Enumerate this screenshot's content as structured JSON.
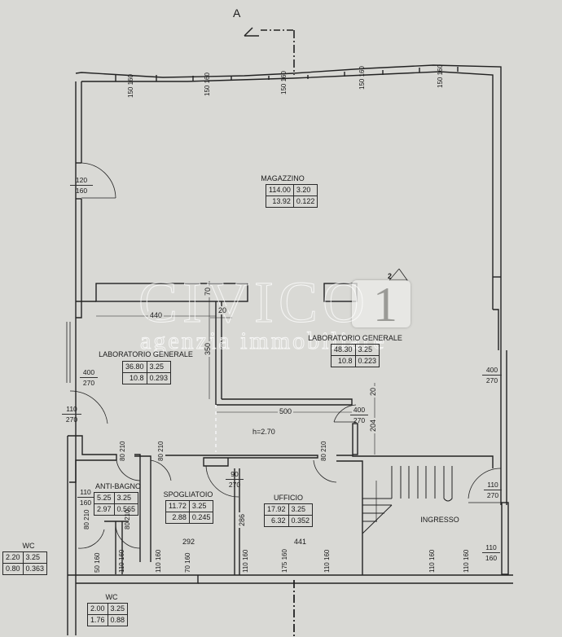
{
  "section_marker": {
    "label": "A"
  },
  "height_note": "h=2.70",
  "watermark": {
    "brand": "CIVICO",
    "number": "1",
    "tagline": "agenzia immobiliare"
  },
  "stair_label": "2",
  "rooms": [
    {
      "id": "magazzino",
      "name": "MAGAZZINO",
      "values": [
        "114.00",
        "3.20",
        "13.92",
        "0.122"
      ]
    },
    {
      "id": "laboratorio-left",
      "name": "LABORATORIO  GENERALE",
      "values": [
        "36.80",
        "3.25",
        "10.8",
        "0.293"
      ]
    },
    {
      "id": "laboratorio-right",
      "name": "LABORATORIO  GENERALE",
      "values": [
        "48.30",
        "3.25",
        "10.8",
        "0.223"
      ]
    },
    {
      "id": "anti-bagno",
      "name": "ANTI-BAGNO",
      "values": [
        "5.25",
        "3.25",
        "2.97",
        "0.565"
      ]
    },
    {
      "id": "spogliatoio",
      "name": "SPOGLIATOIO",
      "values": [
        "11.72",
        "3.25",
        "2.88",
        "0.245"
      ]
    },
    {
      "id": "ufficio",
      "name": "UFFICIO",
      "values": [
        "17.92",
        "3.25",
        "6.32",
        "0.352"
      ]
    },
    {
      "id": "ingresso",
      "name": "INGRESSO",
      "values": []
    },
    {
      "id": "wc-left",
      "name": "WC",
      "values": [
        "2.20",
        "3.25",
        "0.80",
        "0.363"
      ]
    },
    {
      "id": "wc-bottom",
      "name": "WC",
      "values": [
        "2.00",
        "3.25",
        "1.76",
        "0.88"
      ]
    }
  ],
  "openings": {
    "top_windows": [
      {
        "w": "150",
        "h": "160"
      },
      {
        "w": "150",
        "h": "160"
      },
      {
        "w": "150",
        "h": "160"
      },
      {
        "w": "150",
        "h": "160"
      },
      {
        "w": "150",
        "h": "160"
      }
    ],
    "magazzino_door": {
      "w": "120",
      "h": "160"
    },
    "lab_left_window": {
      "w": "400",
      "h": "270"
    },
    "lab_left_door": {
      "w": "110",
      "h": "270"
    },
    "lab_right_window": {
      "w": "400",
      "h": "270"
    },
    "lab_right_door": {
      "w": "400",
      "h": "270"
    },
    "internal_door_1": {
      "w": "80",
      "h": "210"
    },
    "internal_door_2": {
      "w": "80",
      "h": "210"
    },
    "internal_door_3": {
      "w": "80",
      "h": "210"
    },
    "spogliatoio_door": {
      "w": "90",
      "h": "270"
    },
    "ingresso_door": {
      "w": "110",
      "h": "270"
    },
    "ingresso_window": {
      "w": "110",
      "h": "160"
    },
    "anti_bagno_window": {
      "w": "110",
      "h": "160"
    },
    "wc_door_left": {
      "w": "80",
      "h": "210"
    },
    "wc_door_right": {
      "w": "80",
      "h": "210"
    },
    "bottom_windows": [
      {
        "w": "50",
        "h": "160"
      },
      {
        "w": "110",
        "h": "160"
      },
      {
        "w": "110",
        "h": "160"
      },
      {
        "w": "70",
        "h": "160"
      },
      {
        "w": "110",
        "h": "160"
      },
      {
        "w": "175",
        "h": "160"
      },
      {
        "w": "110",
        "h": "160"
      },
      {
        "w": "110",
        "h": "160"
      },
      {
        "w": "110",
        "h": "160"
      }
    ]
  },
  "dimensions": {
    "d440": "440",
    "d70": "70",
    "d20a": "20",
    "d350": "350",
    "d500": "500",
    "d20b": "20",
    "d204": "204",
    "d286": "286",
    "d292": "292",
    "d441": "441"
  }
}
